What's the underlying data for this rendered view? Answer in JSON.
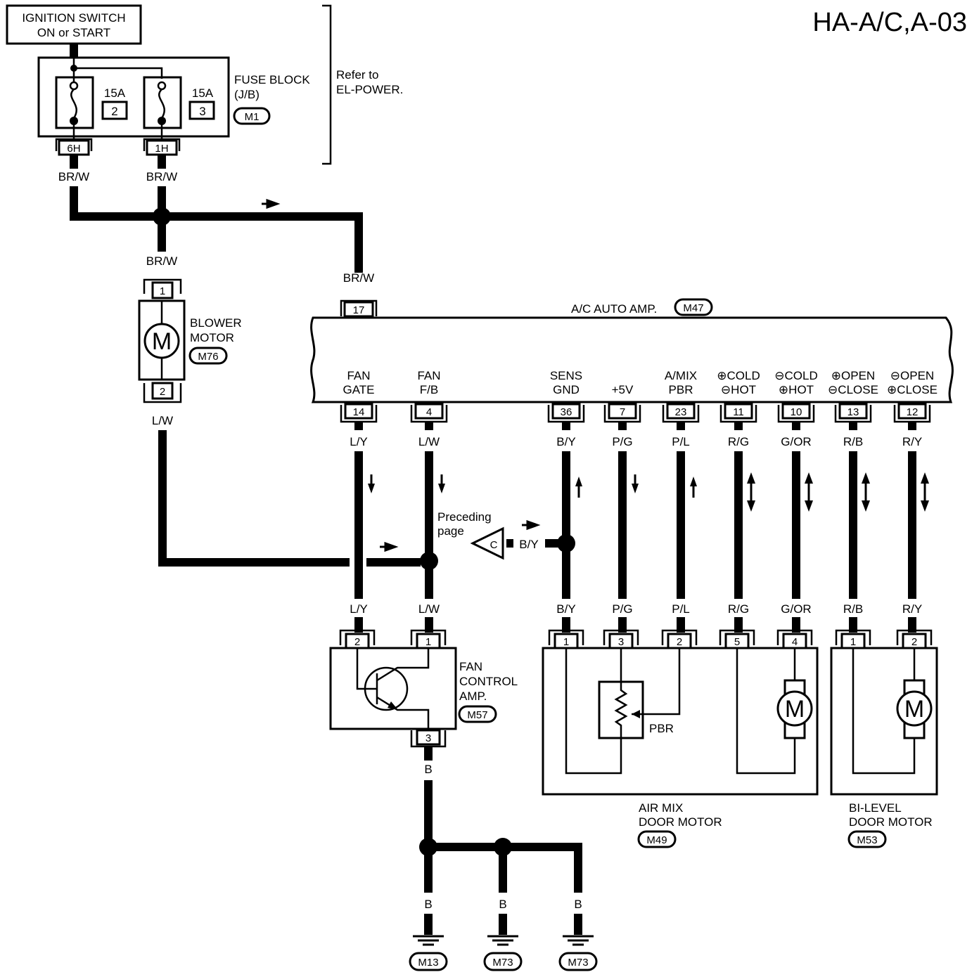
{
  "page_code": "HA-A/C,A-03",
  "ignition": {
    "line1": "IGNITION SWITCH",
    "line2": "ON or START"
  },
  "fuse_block": {
    "line1": "FUSE BLOCK",
    "line2": "(J/B)",
    "connector": "M1",
    "fuses": [
      {
        "rating": "15A",
        "number": "2",
        "terminal": "6H"
      },
      {
        "rating": "15A",
        "number": "3",
        "terminal": "1H"
      }
    ]
  },
  "refer_note": {
    "line1": "Refer to",
    "line2": "EL-POWER."
  },
  "blower_motor": {
    "line1": "BLOWER",
    "line2": "MOTOR",
    "connector": "M76",
    "pin_top": "1",
    "pin_bottom": "2",
    "symbol": "M"
  },
  "ac_auto_amp": {
    "title": "A/C AUTO AMP.",
    "connector": "M47",
    "power_pin": "17",
    "terminals": [
      {
        "line1": "FAN",
        "line2": "GATE",
        "pin": "14",
        "wire": "L/Y"
      },
      {
        "line1": "FAN",
        "line2": "F/B",
        "pin": "4",
        "wire": "L/W"
      },
      {
        "line1": "SENS",
        "line2": "GND",
        "pin": "36",
        "wire": "B/Y"
      },
      {
        "line1": "",
        "line2": "+5V",
        "pin": "7",
        "wire": "P/G"
      },
      {
        "line1": "A/MIX",
        "line2": "PBR",
        "pin": "23",
        "wire": "P/L"
      },
      {
        "line1": "⊕COLD",
        "line2": "⊖HOT",
        "pin": "11",
        "wire": "R/G"
      },
      {
        "line1": "⊖COLD",
        "line2": "⊕HOT",
        "pin": "10",
        "wire": "G/OR"
      },
      {
        "line1": "⊕OPEN",
        "line2": "⊖CLOSE",
        "pin": "13",
        "wire": "R/B"
      },
      {
        "line1": "⊖OPEN",
        "line2": "⊕CLOSE",
        "pin": "12",
        "wire": "R/Y"
      }
    ]
  },
  "wires": {
    "br_w_1": "BR/W",
    "br_w_2": "BR/W",
    "br_w_3": "BR/W",
    "br_w_4": "BR/W",
    "l_w_blower": "L/W",
    "by_preceding": "B/Y",
    "lower": [
      "L/Y",
      "L/W",
      "B/Y",
      "P/G",
      "P/L",
      "R/G",
      "G/OR",
      "R/B",
      "R/Y"
    ],
    "b_amp": "B",
    "ground": [
      "B",
      "B",
      "B"
    ]
  },
  "preceding": {
    "line1": "Preceding",
    "line2": "page",
    "connector_letter": "C"
  },
  "fan_control_amp": {
    "line1": "FAN",
    "line2": "CONTROL",
    "line3": "AMP.",
    "connector": "M57",
    "pins": [
      "2",
      "1",
      "3"
    ]
  },
  "air_mix_motor": {
    "line1": "AIR MIX",
    "line2": "DOOR MOTOR",
    "connector": "M49",
    "pins": [
      "1",
      "3",
      "2",
      "5",
      "4"
    ],
    "pbr_label": "PBR",
    "symbol": "M"
  },
  "bi_level_motor": {
    "line1": "BI-LEVEL",
    "line2": "DOOR MOTOR",
    "connector": "M53",
    "pins": [
      "1",
      "2"
    ],
    "symbol": "M"
  },
  "grounds": [
    "M13",
    "M73",
    "M73"
  ]
}
